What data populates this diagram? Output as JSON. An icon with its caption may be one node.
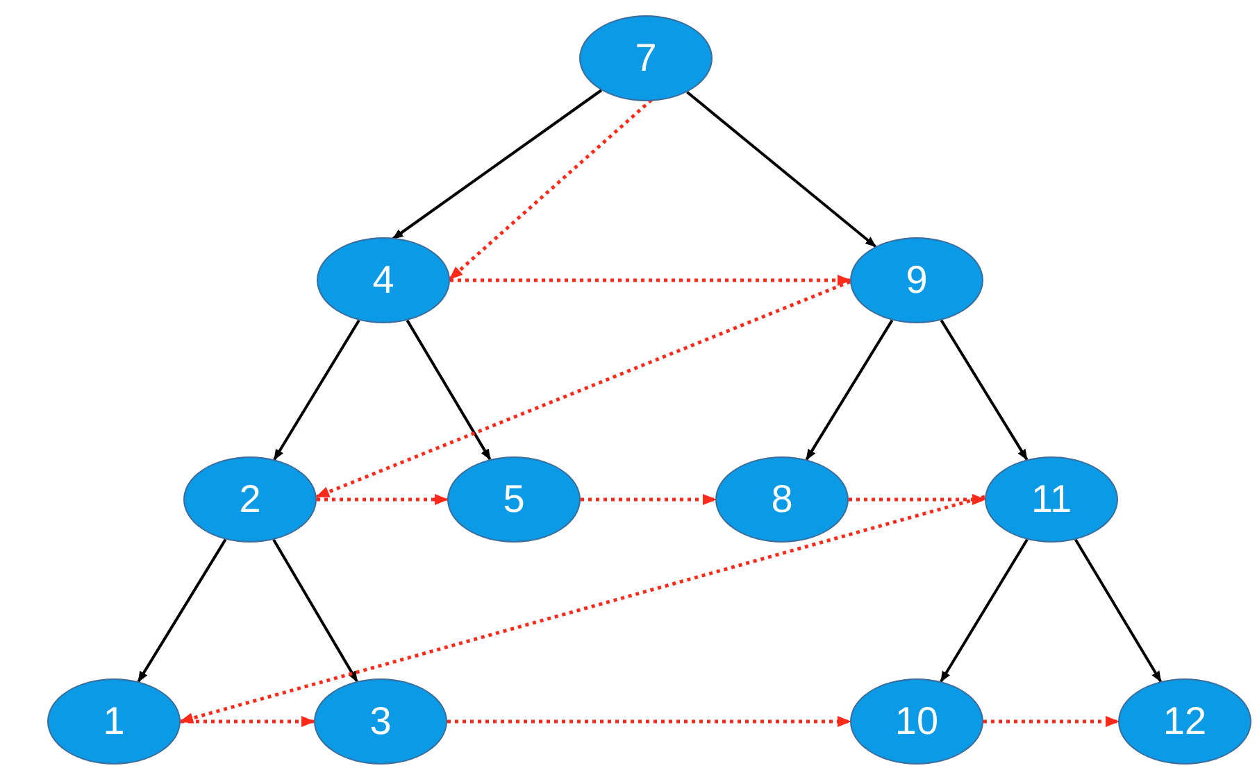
{
  "diagram": {
    "nodes": [
      {
        "text": [
          "7"
        ]
      },
      {
        "text": [
          "4"
        ]
      },
      {
        "text": [
          "9"
        ]
      },
      {
        "text": [
          "2"
        ]
      },
      {
        "text": [
          "5"
        ]
      },
      {
        "text": [
          "8"
        ]
      },
      {
        "text": [
          "11"
        ]
      },
      {
        "text": [
          "1"
        ]
      },
      {
        "text": [
          "3"
        ]
      },
      {
        "text": [
          "10"
        ]
      },
      {
        "text": [
          "12"
        ]
      }
    ],
    "edges": [
      {
        "from": 0,
        "to": 1,
        "arrow": "to"
      },
      {
        "from": 0,
        "to": 2,
        "arrow": "to"
      },
      {
        "from": 1,
        "to": 3,
        "arrow": "to"
      },
      {
        "from": 1,
        "to": 4,
        "arrow": "to"
      },
      {
        "from": 2,
        "to": 5,
        "arrow": "to"
      },
      {
        "from": 2,
        "to": 6,
        "arrow": "to"
      },
      {
        "from": 3,
        "to": 7,
        "arrow": "to"
      },
      {
        "from": 3,
        "to": 8,
        "arrow": "to"
      },
      {
        "from": 6,
        "to": 9,
        "arrow": "to"
      },
      {
        "from": 6,
        "to": 10,
        "arrow": "to"
      },
      {
        "from": 0,
        "to": 1,
        "arrow": "to",
        "style": "dashed",
        "color": "#ff2a1a"
      },
      {
        "from": 1,
        "to": 2,
        "arrow": "to",
        "style": "dashed",
        "color": "#ff2a1a"
      },
      {
        "from": 2,
        "to": 3,
        "arrow": "to",
        "style": "dashed",
        "color": "#ff2a1a"
      },
      {
        "from": 3,
        "to": 4,
        "arrow": "to",
        "style": "dashed",
        "color": "#ff2a1a"
      },
      {
        "from": 4,
        "to": 5,
        "arrow": "to",
        "style": "dashed",
        "color": "#ff2a1a"
      },
      {
        "from": 5,
        "to": 6,
        "arrow": "to",
        "style": "dashed",
        "color": "#ff2a1a"
      },
      {
        "from": 6,
        "to": 7,
        "arrow": "to",
        "style": "dashed",
        "color": "#ff2a1a"
      },
      {
        "from": 7,
        "to": 8,
        "arrow": "to",
        "style": "dashed",
        "color": "#ff2a1a"
      },
      {
        "from": 8,
        "to": 9,
        "arrow": "to",
        "style": "dashed",
        "color": "#ff2a1a"
      },
      {
        "from": 9,
        "to": 10,
        "arrow": "to",
        "style": "dashed",
        "color": "#ff2a1a"
      }
    ]
  }
}
